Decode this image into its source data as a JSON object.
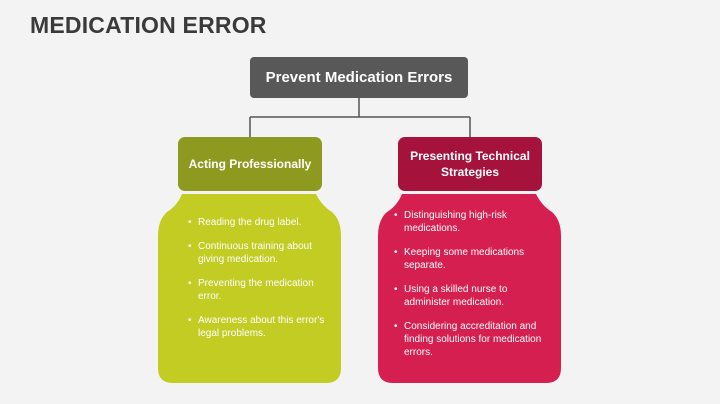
{
  "title": "MEDICATION ERROR",
  "root": "Prevent Medication Errors",
  "colors": {
    "root": "#585858",
    "green_lid": "#8e9a1f",
    "green_body": "#c2cc23",
    "red_lid": "#a5123b",
    "red_body": "#d41f50",
    "line": "#555555"
  },
  "branches": [
    {
      "label": "Acting Professionally",
      "items": [
        "Reading the drug label.",
        "Continuous training about giving medication.",
        "Preventing the medication error.",
        "Awareness about this error's legal problems."
      ]
    },
    {
      "label": "Presenting Technical Strategies",
      "items": [
        "Distinguishing high-risk medications.",
        "Keeping some medications separate.",
        "Using a skilled nurse to administer medication.",
        "Considering accreditation and finding solutions for medication errors."
      ]
    }
  ]
}
